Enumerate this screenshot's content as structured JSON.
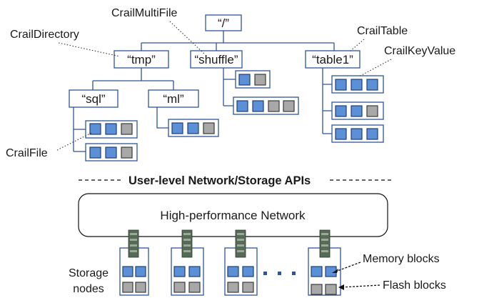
{
  "tree": {
    "root": "“/”",
    "dirs": [
      "“tmp”",
      "“shuffle”",
      "“table1”"
    ],
    "subdirs": [
      "“sql”",
      "“ml”"
    ]
  },
  "labels": {
    "crail_directory": "CrailDirectory",
    "crail_multifile": "CrailMultiFile",
    "crail_table": "CrailTable",
    "crail_keyvalue": "CrailKeyValue",
    "crail_file": "CrailFile"
  },
  "separator": "User-level Network/Storage APIs",
  "network": "High-performance Network",
  "storage_label": [
    "Storage",
    "nodes"
  ],
  "legend": {
    "memory": "Memory blocks",
    "flash": "Flash blocks"
  },
  "colors": {
    "line": "#2f5597",
    "memory_block": "#5b8fd6",
    "flash_block": "#a8a8a8"
  }
}
